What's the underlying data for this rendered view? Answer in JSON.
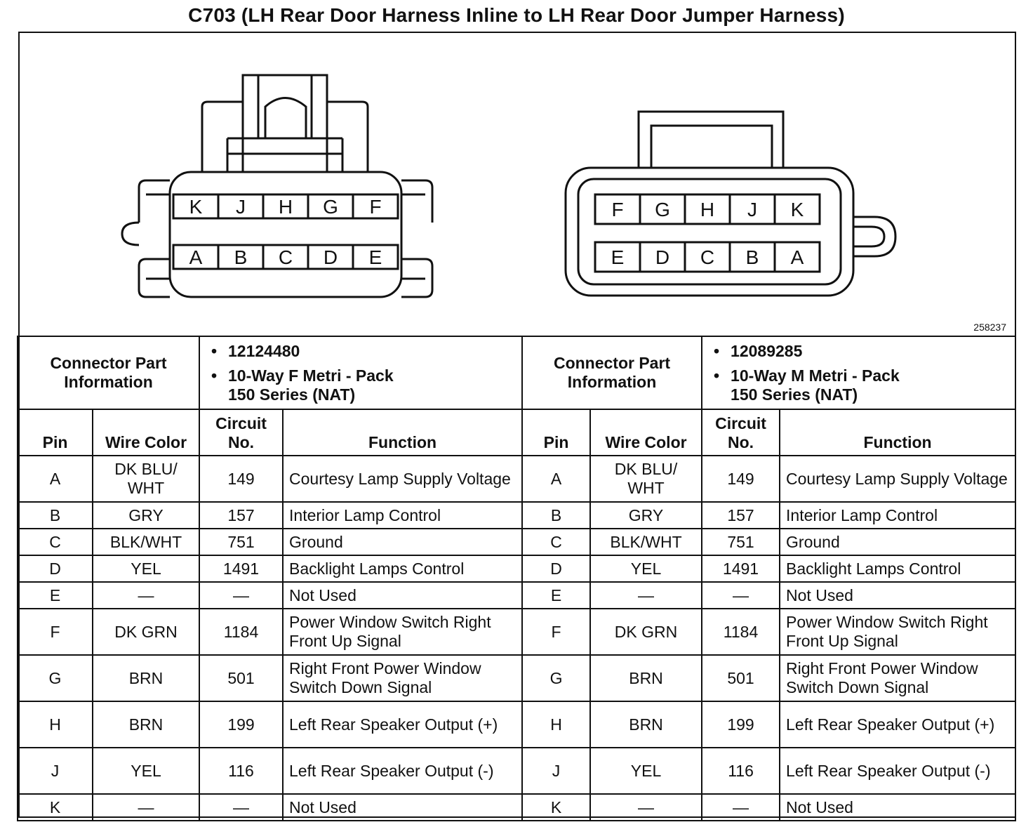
{
  "title": "C703 (LH Rear Door Harness Inline to LH Rear Door Jumper Harness)",
  "reference_number": "258237",
  "connector_left": {
    "top_row": [
      "K",
      "J",
      "H",
      "G",
      "F"
    ],
    "bottom_row": [
      "A",
      "B",
      "C",
      "D",
      "E"
    ]
  },
  "connector_right": {
    "top_row": [
      "F",
      "G",
      "H",
      "J",
      "K"
    ],
    "bottom_row": [
      "E",
      "D",
      "C",
      "B",
      "A"
    ]
  },
  "left": {
    "part_info_label": "Connector Part Information",
    "part_number": "12124480",
    "part_desc_line1": "10-Way F Metri - Pack",
    "part_desc_line2": "150 Series (NAT)",
    "headers": {
      "pin": "Pin",
      "wire": "Wire Color",
      "circuit": "Circuit No.",
      "function": "Function"
    },
    "rows": [
      {
        "pin": "A",
        "wire": "DK BLU/ WHT",
        "circuit": "149",
        "function": "Courtesy Lamp Supply Voltage"
      },
      {
        "pin": "B",
        "wire": "GRY",
        "circuit": "157",
        "function": "Interior Lamp Control"
      },
      {
        "pin": "C",
        "wire": "BLK/WHT",
        "circuit": "751",
        "function": "Ground"
      },
      {
        "pin": "D",
        "wire": "YEL",
        "circuit": "1491",
        "function": "Backlight Lamps Control"
      },
      {
        "pin": "E",
        "wire": "—",
        "circuit": "—",
        "function": "Not Used"
      },
      {
        "pin": "F",
        "wire": "DK GRN",
        "circuit": "1184",
        "function": "Power Window Switch Right Front Up Signal"
      },
      {
        "pin": "G",
        "wire": "BRN",
        "circuit": "501",
        "function": "Right Front Power Window Switch Down Signal"
      },
      {
        "pin": "H",
        "wire": "BRN",
        "circuit": "199",
        "function": "Left Rear Speaker Output (+)"
      },
      {
        "pin": "J",
        "wire": "YEL",
        "circuit": "116",
        "function": "Left Rear Speaker Output (-)"
      },
      {
        "pin": "K",
        "wire": "—",
        "circuit": "—",
        "function": "Not Used"
      }
    ]
  },
  "right": {
    "part_info_label": "Connector Part Information",
    "part_number": "12089285",
    "part_desc_line1": "10-Way M Metri - Pack",
    "part_desc_line2": "150 Series (NAT)",
    "headers": {
      "pin": "Pin",
      "wire": "Wire Color",
      "circuit": "Circuit No.",
      "function": "Function"
    },
    "rows": [
      {
        "pin": "A",
        "wire": "DK BLU/ WHT",
        "circuit": "149",
        "function": "Courtesy Lamp Supply Voltage"
      },
      {
        "pin": "B",
        "wire": "GRY",
        "circuit": "157",
        "function": "Interior Lamp Control"
      },
      {
        "pin": "C",
        "wire": "BLK/WHT",
        "circuit": "751",
        "function": "Ground"
      },
      {
        "pin": "D",
        "wire": "YEL",
        "circuit": "1491",
        "function": "Backlight Lamps Control"
      },
      {
        "pin": "E",
        "wire": "—",
        "circuit": "—",
        "function": "Not Used"
      },
      {
        "pin": "F",
        "wire": "DK GRN",
        "circuit": "1184",
        "function": "Power Window Switch Right Front Up Signal"
      },
      {
        "pin": "G",
        "wire": "BRN",
        "circuit": "501",
        "function": "Right Front Power Window Switch Down Signal"
      },
      {
        "pin": "H",
        "wire": "BRN",
        "circuit": "199",
        "function": "Left Rear Speaker Output (+)"
      },
      {
        "pin": "J",
        "wire": "YEL",
        "circuit": "116",
        "function": "Left Rear Speaker Output (-)"
      },
      {
        "pin": "K",
        "wire": "—",
        "circuit": "—",
        "function": "Not Used"
      }
    ]
  }
}
